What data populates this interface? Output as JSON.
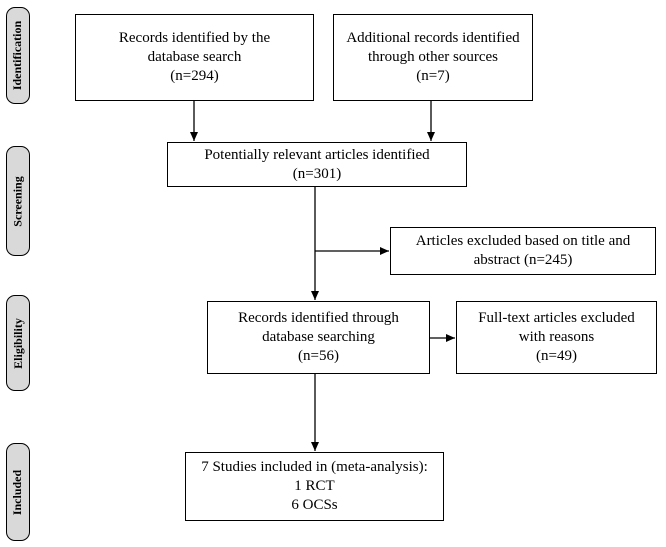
{
  "stages": [
    {
      "label": "Identification"
    },
    {
      "label": "Screening"
    },
    {
      "label": "Eligibility"
    },
    {
      "label": "Included"
    }
  ],
  "boxes": {
    "database_search": {
      "lines": [
        "Records identified by the",
        "database search",
        "(n=294)"
      ]
    },
    "other_sources": {
      "lines": [
        "Additional records identified",
        "through other sources",
        "(n=7)"
      ]
    },
    "potentially_relevant": {
      "lines": [
        "Potentially relevant articles identified",
        "(n=301)"
      ]
    },
    "excluded_title_abstract": {
      "lines": [
        "Articles excluded based on title and",
        "abstract (n=245)"
      ]
    },
    "records_identified": {
      "lines": [
        "Records identified through",
        "database searching",
        "(n=56)"
      ]
    },
    "fulltext_excluded": {
      "lines": [
        "Full-text articles excluded",
        "with reasons",
        "(n=49)"
      ]
    },
    "included": {
      "lines": [
        "7 Studies included in (meta-analysis):",
        "1 RCT",
        "6 OCSs"
      ]
    }
  }
}
